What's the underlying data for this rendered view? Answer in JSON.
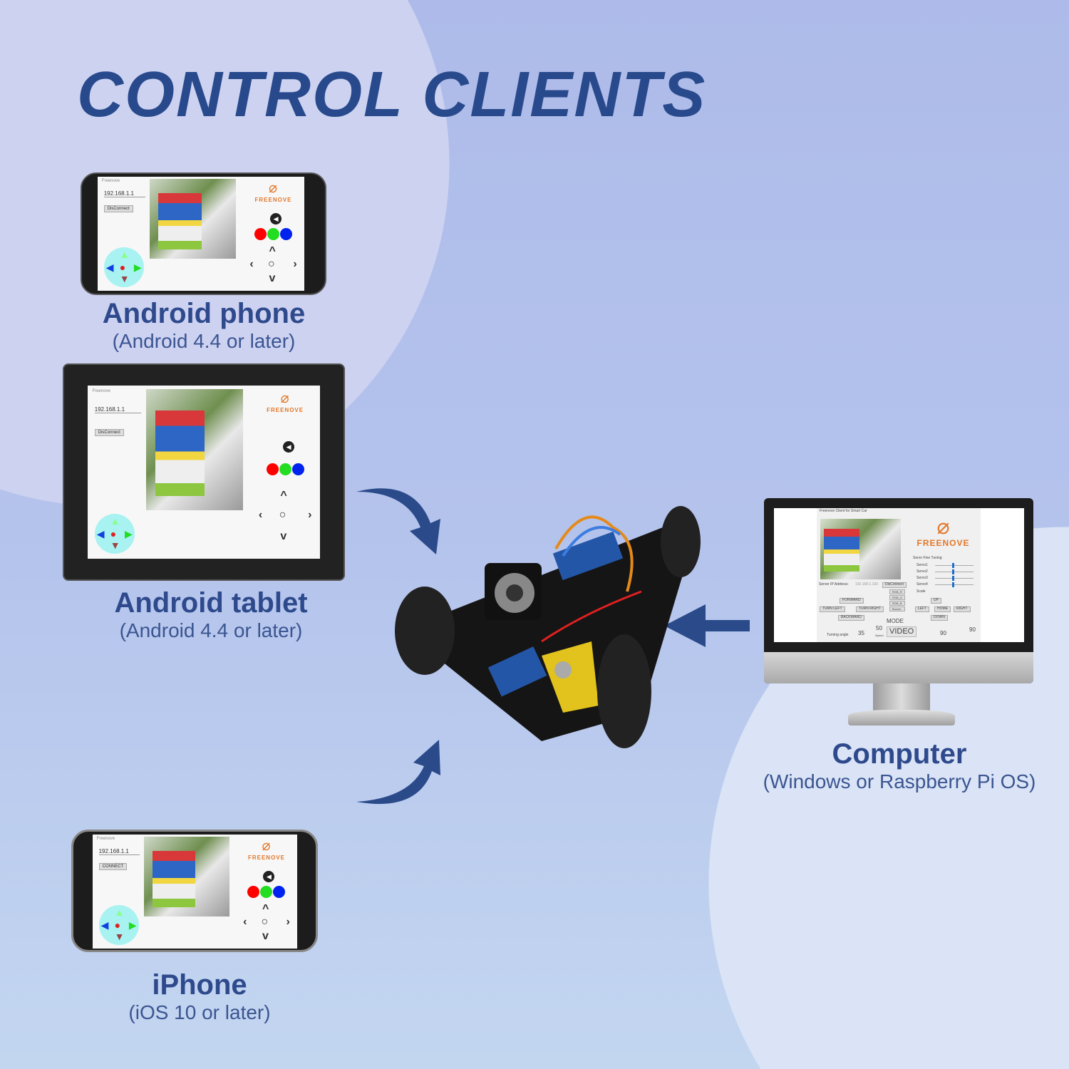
{
  "title": "CONTROL CLIENTS",
  "clients": [
    {
      "name": "Android phone",
      "requirement": "(Android 4.4 or later)"
    },
    {
      "name": "Android tablet",
      "requirement": "(Android 4.4 or later)"
    },
    {
      "name": "Computer",
      "requirement": "(Windows or Raspberry Pi OS)"
    },
    {
      "name": "iPhone",
      "requirement": "(iOS 10 or later)"
    }
  ],
  "mobile_app": {
    "app_name": "Freenove",
    "ip": "192.168.1.1",
    "disconnect_label": "DisConnect",
    "connect_label": "CONNECT",
    "logo": "FREENOVE",
    "rgb_colors": [
      "#ff0000",
      "#22dd22",
      "#0022ee"
    ]
  },
  "pc_app": {
    "window_title": "Freenove Client for Smart Car",
    "logo": "FREENOVE",
    "servo_title": "Servo Fine Tuning",
    "servos": [
      "Servo1",
      "Servo2",
      "Servo3",
      "Servo4"
    ],
    "scale_label": "Scale",
    "server_ip_label": "Server IP Address:",
    "ip": "192.168.1.100",
    "disconnect_label": "DisConnect",
    "forward": "FORWARD",
    "turn_left": "TURN LEFT",
    "turn_right": "TURN RIGHT",
    "backward": "BACKWARD",
    "rgb_buttons": [
      "RGB_R",
      "RGB_G",
      "RGB_B",
      "Buzzer"
    ],
    "up": "UP",
    "left": "LEFT",
    "home": "HOME",
    "right": "RIGHT",
    "down": "DOWN",
    "mode_label": "MODE",
    "mode_value": "VIDEO",
    "turning_angle_label": "Turning angle",
    "turning_angle": "35",
    "speed_label": "Speed",
    "speed": "50",
    "servo_h": "90",
    "servo_v": "90"
  },
  "colors": {
    "title": "#284a8c",
    "arrow": "#2a4a8a"
  }
}
